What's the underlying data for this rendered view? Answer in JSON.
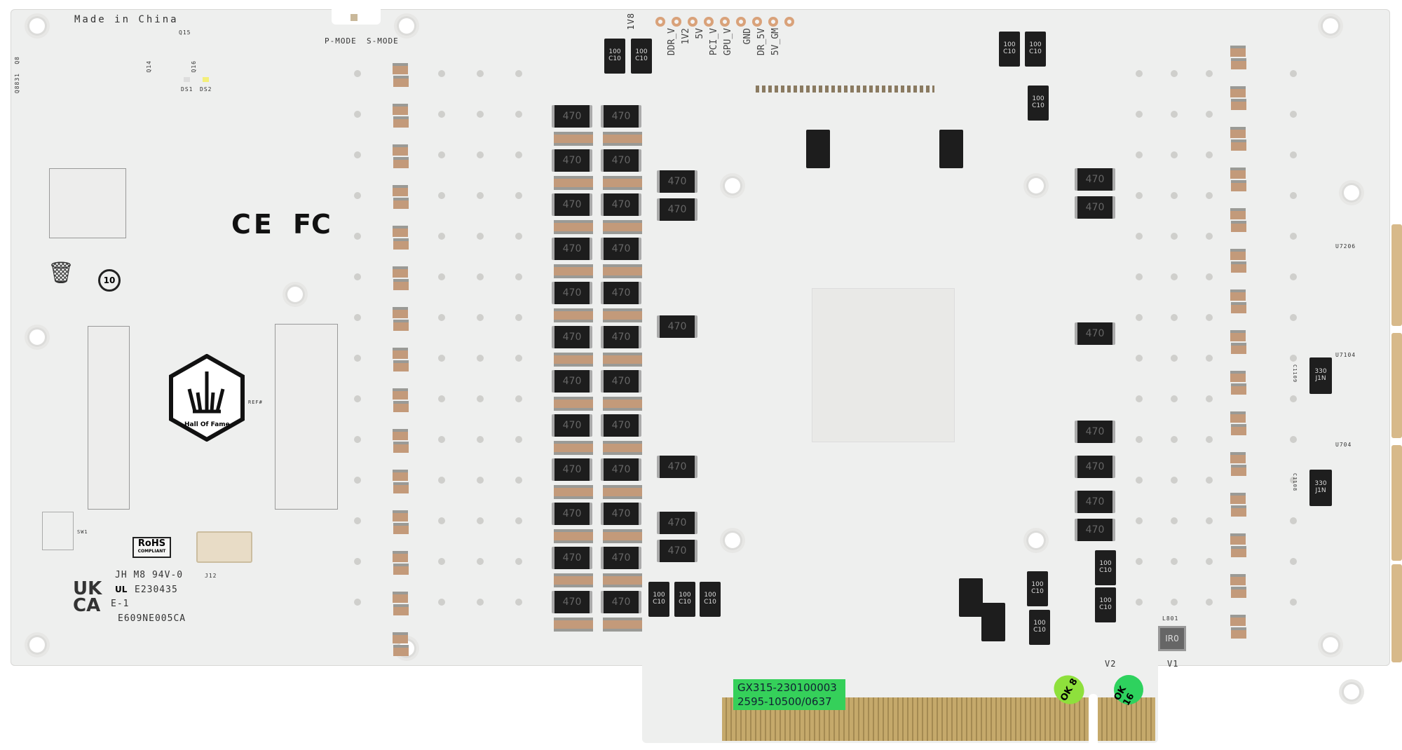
{
  "board": {
    "made_in": "Made in China",
    "mode_labels": [
      "P-MODE",
      "S-MODE"
    ],
    "led_labels": [
      "DS1",
      "DS2"
    ],
    "transistor_labels": [
      "Q15",
      "Q14",
      "Q16",
      "Q8",
      "Q8831"
    ],
    "test_point_header": "1V8",
    "test_points": [
      "DDR_V",
      "1V2",
      "5V",
      "PCI_V",
      "GPU_V",
      "GND",
      "DR_5V",
      "5V_GM"
    ],
    "certifications": {
      "ce": "CE",
      "fcc": "FC"
    },
    "logo_text": "Hall Of Fame",
    "ref_label": "REF#",
    "rohs": {
      "title": "RoHS",
      "subtitle": "COMPLIANT"
    },
    "connector_label": "J12",
    "markings": [
      "JH M8 94V-0",
      "E230435",
      "E-1",
      "E609NE005CA"
    ],
    "ul_mark": "UL",
    "ukca": [
      "UK",
      "CA"
    ],
    "switch_label": "SW1",
    "inductor_marking": "470",
    "tantalum_marking": [
      "100",
      "C10"
    ],
    "large_cap_marking": [
      "330",
      "J1N"
    ],
    "coil_marking": "IR0",
    "coil_label": "L801",
    "right_labels": [
      "U7206",
      "U7104",
      "U704",
      "C1109",
      "C1108"
    ],
    "serial_label": [
      "GX315-230100003",
      "2595-10500/0637"
    ],
    "qc_stickers": [
      "OK 8",
      "OK 16"
    ],
    "slot_labels": [
      "V2",
      "V1"
    ]
  },
  "colors": {
    "pcb": "#eeefee",
    "gold": "#c5a96b",
    "label_green": "#35d05a",
    "sticker_lime": "#8ee03c",
    "sticker_green": "#2ed25e"
  }
}
